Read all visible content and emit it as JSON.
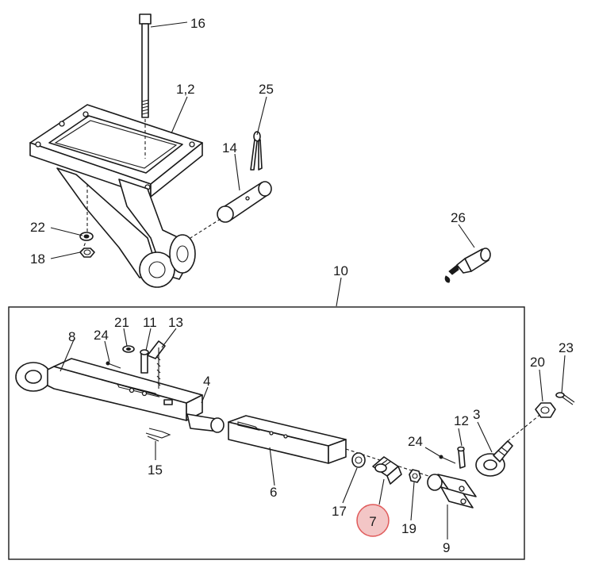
{
  "diagram": {
    "labels": {
      "p1_2": "1,2",
      "p3": "3",
      "p4": "4",
      "p6": "6",
      "p7": "7",
      "p8": "8",
      "p9": "9",
      "p10": "10",
      "p11": "11",
      "p12": "12",
      "p13": "13",
      "p14": "14",
      "p15": "15",
      "p16": "16",
      "p17": "17",
      "p18": "18",
      "p19": "19",
      "p20": "20",
      "p21": "21",
      "p22": "22",
      "p23": "23",
      "p24a": "24",
      "p24b": "24",
      "p25": "25",
      "p26": "26"
    },
    "highlight_color": "#f3c6c6",
    "highlight_stroke": "#e05a5a"
  }
}
